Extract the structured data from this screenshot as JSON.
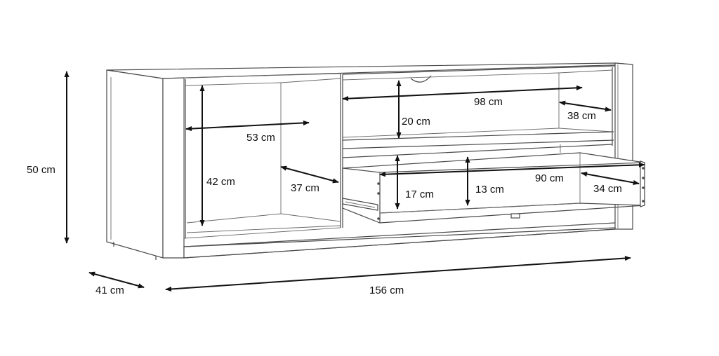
{
  "diagram": {
    "labels": {
      "height_total": "50 cm",
      "depth_total": "41 cm",
      "width_total": "156 cm",
      "left_width": "53 cm",
      "left_height": "42 cm",
      "left_depth": "37 cm",
      "shelf_width": "98 cm",
      "shelf_height": "20 cm",
      "shelf_depth": "38 cm",
      "drawer_width": "90 cm",
      "drawer_outer_height": "17 cm",
      "drawer_inner_height": "13 cm",
      "drawer_depth": "34 cm"
    },
    "colors": {
      "lines": "#4a4a4a",
      "dimensions": "#111111",
      "background": "#ffffff"
    }
  }
}
